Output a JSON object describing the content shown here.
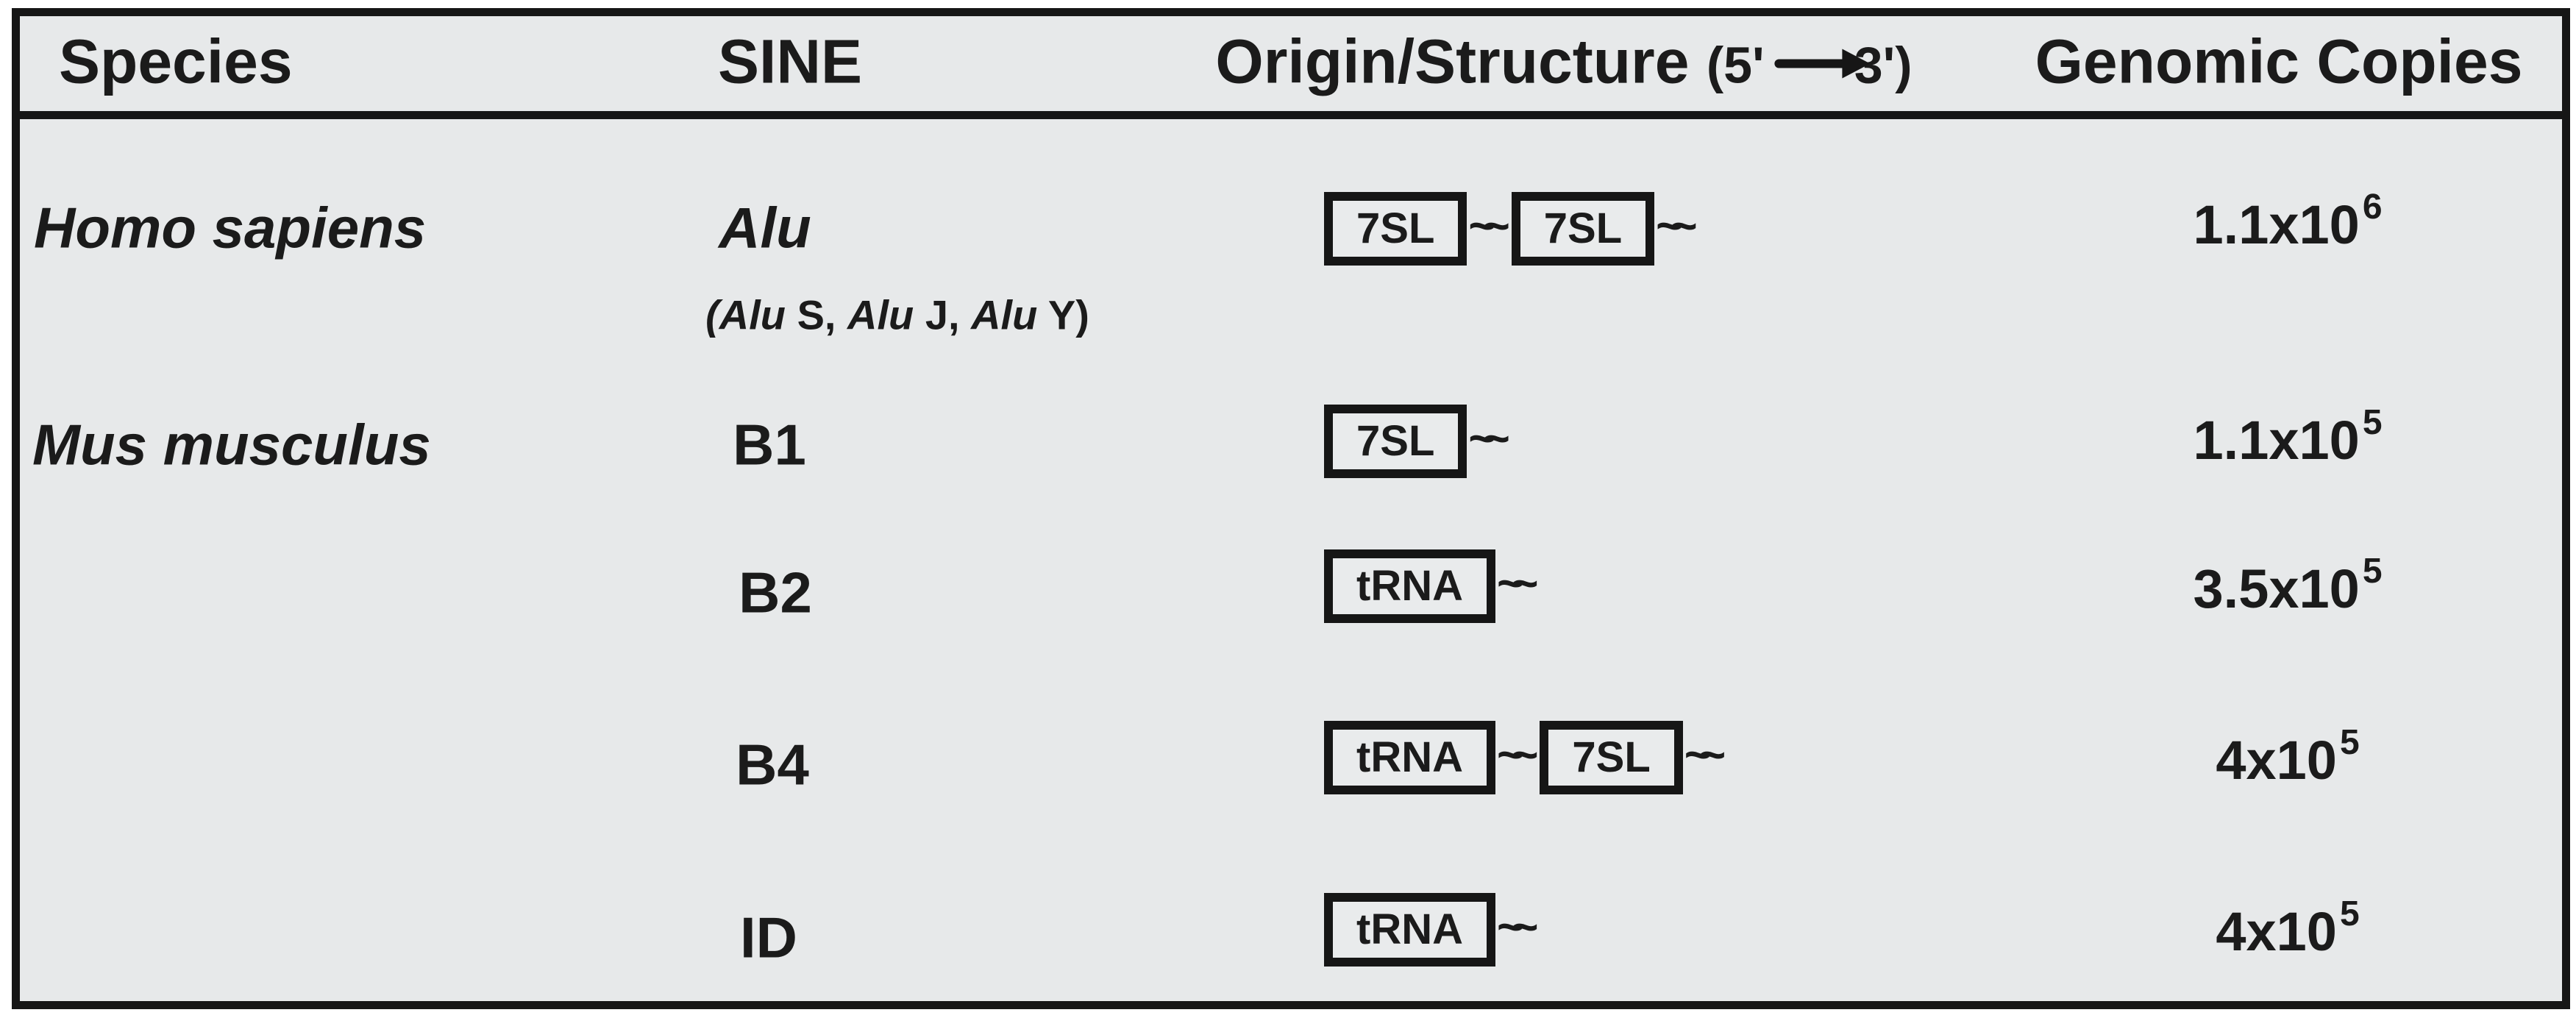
{
  "figure": {
    "description_colors": {
      "background": "#e7e9ea",
      "line": "#161616",
      "text": "#1b1b1b"
    }
  },
  "header": {
    "species": "Species",
    "sine": "SINE",
    "origin": "Origin/Structure",
    "origin_from": "(5'",
    "origin_to": "3')",
    "copies": "Genomic Copies"
  },
  "tilde": "~~",
  "note": {
    "p1": "(Alu",
    "p2": " S, ",
    "p3": "Alu",
    "p4": " J, ",
    "p5": "Alu",
    "p6": " Y)"
  },
  "rows": [
    {
      "species": "Homo sapiens",
      "sine": "Alu",
      "structure": [
        "7SL",
        "7SL"
      ],
      "copies_base": "1.1x10",
      "copies_exp": "6"
    },
    {
      "species": "Mus musculus",
      "sine": "B1",
      "structure": [
        "7SL"
      ],
      "copies_base": "1.1x10",
      "copies_exp": "5"
    },
    {
      "species": "",
      "sine": "B2",
      "structure": [
        "tRNA"
      ],
      "copies_base": "3.5x10",
      "copies_exp": "5"
    },
    {
      "species": "",
      "sine": "B4",
      "structure": [
        "tRNA",
        "7SL"
      ],
      "copies_base": "4x10",
      "copies_exp": "5"
    },
    {
      "species": "",
      "sine": "ID",
      "structure": [
        "tRNA"
      ],
      "copies_base": "4x10",
      "copies_exp": "5"
    }
  ]
}
